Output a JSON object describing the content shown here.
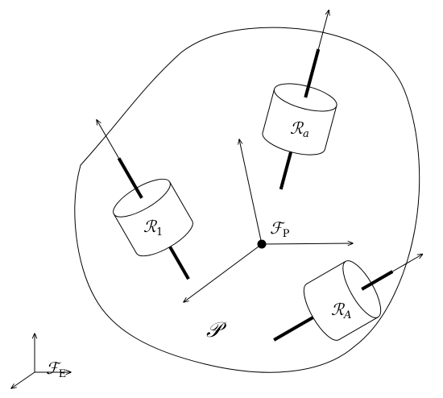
{
  "platform": {
    "label": "𝒫"
  },
  "frames": {
    "platform_frame": {
      "symbol": "ℱ",
      "subscript": "P"
    },
    "earth_frame": {
      "symbol": "ℱ",
      "subscript": "E"
    }
  },
  "rotors": [
    {
      "id": "rotor-1",
      "symbol": "ℛ",
      "subscript": "1",
      "subscript_italic": false
    },
    {
      "id": "rotor-a",
      "symbol": "ℛ",
      "subscript": "a",
      "subscript_italic": true
    },
    {
      "id": "rotor-A",
      "symbol": "ℛ",
      "subscript": "A",
      "subscript_italic": true
    }
  ]
}
